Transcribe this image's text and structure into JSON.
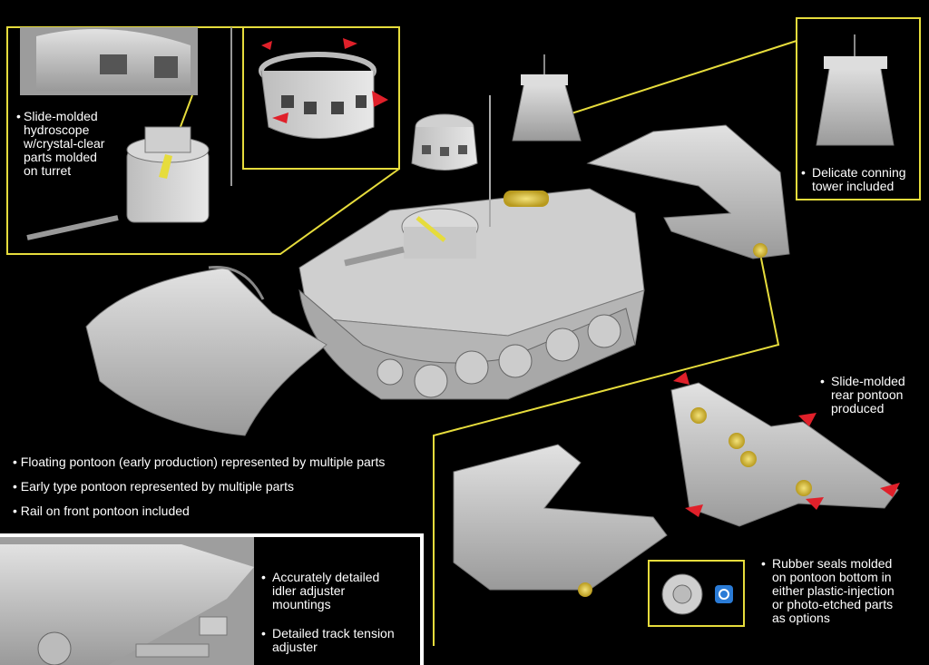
{
  "callouts": {
    "hydroscope": [
      "Slide-molded",
      "hydroscope",
      "w/crystal-clear",
      "parts molded",
      "on turret"
    ],
    "conning": [
      "Delicate conning",
      "tower included"
    ],
    "rear_pontoon": [
      "Slide-molded",
      "rear pontoon",
      "produced"
    ],
    "rubber_seals": [
      "Rubber seals molded",
      "on pontoon bottom in",
      "either plastic-injection",
      "or photo-etched parts",
      "as options"
    ],
    "idler": [
      "Accurately detailed",
      "idler adjuster",
      "mountings"
    ],
    "tension": [
      "Detailed track tension",
      "adjuster"
    ]
  },
  "bullets": [
    "Floating pontoon (early production) represented by multiple parts",
    "Early type pontoon represented by multiple parts",
    "Rail on front pontoon included"
  ],
  "colors": {
    "accent_yellow": "#e6dc3c",
    "arrow_red": "#e0202a",
    "part_gray": "#c9c9c9"
  }
}
